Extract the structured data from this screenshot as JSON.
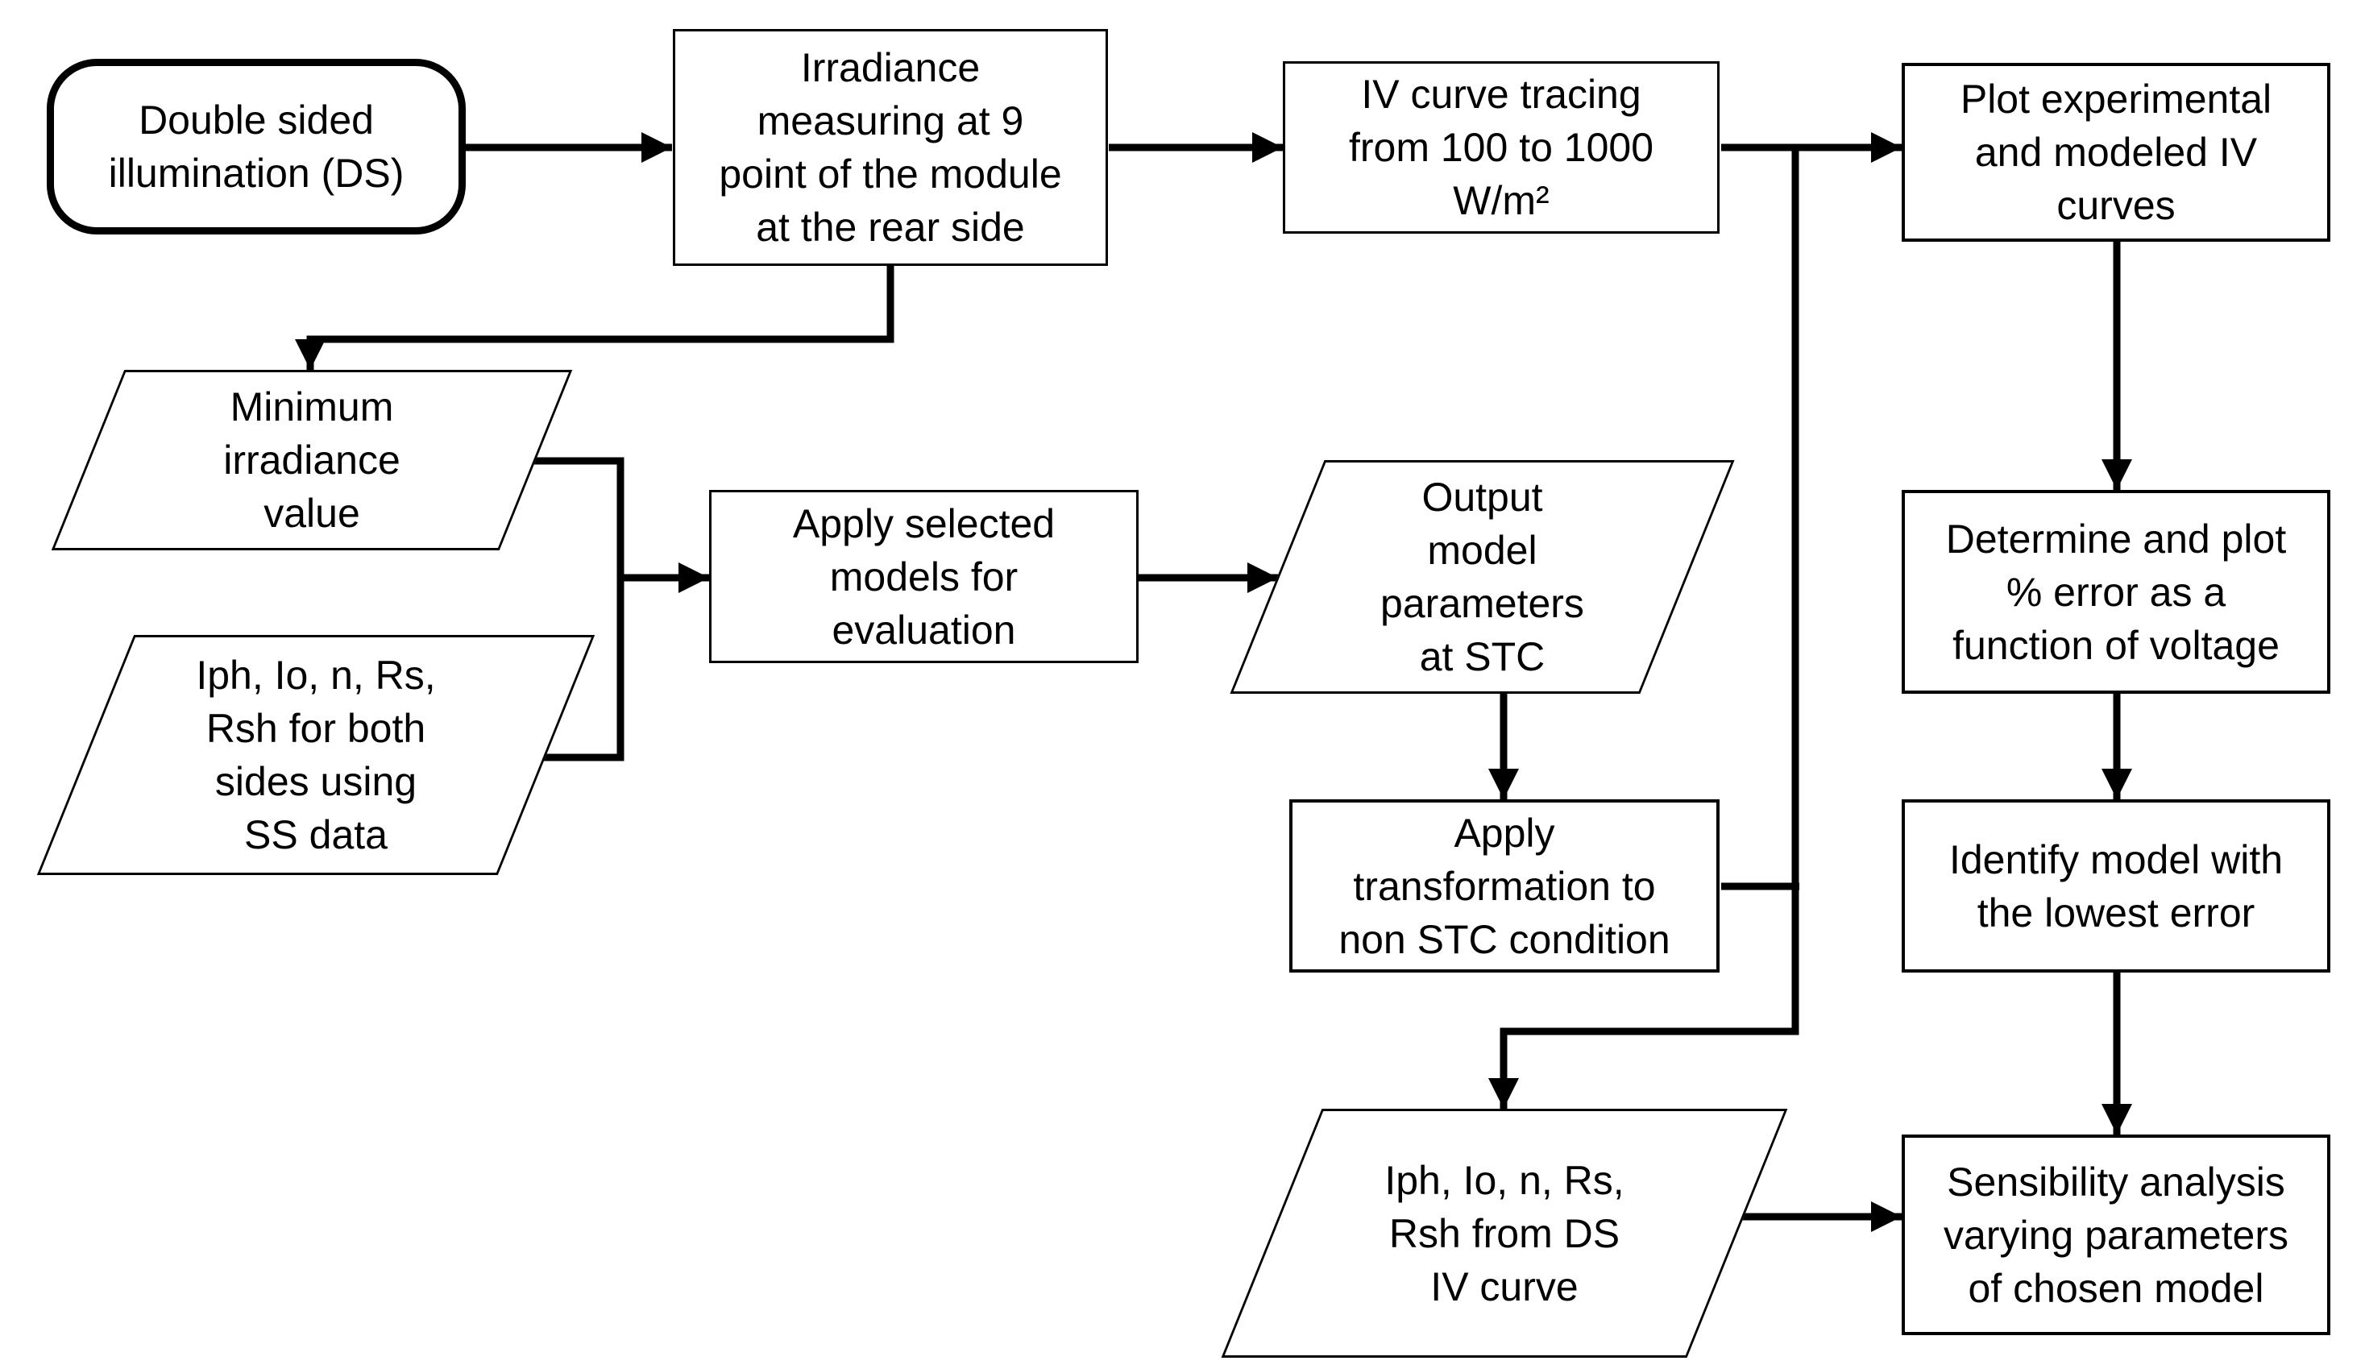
{
  "diagram_type": "flowchart",
  "colors": {
    "background": "#ffffff",
    "shape_fill": "#ffffff",
    "stroke": "#000000",
    "text": "#000000"
  },
  "nodes": {
    "start": {
      "shape": "terminator",
      "label": "Double sided\nillumination (DS)"
    },
    "measure": {
      "shape": "process",
      "label": "Irradiance\nmeasuring at 9\npoint of the module\nat the rear side"
    },
    "trace": {
      "shape": "process",
      "label": "IV curve tracing\nfrom 100 to 1000\nW/m²"
    },
    "plot": {
      "shape": "process",
      "label": "Plot experimental\nand modeled IV\ncurves"
    },
    "min_irradiance": {
      "shape": "parallelogram",
      "label": "Minimum\nirradiance\nvalue"
    },
    "ss_params": {
      "shape": "parallelogram",
      "label": "Iph, Io, n, Rs,\nRsh for both\nsides using\nSS data"
    },
    "apply_models": {
      "shape": "process",
      "label": "Apply selected\nmodels for\nevaluation"
    },
    "output_params": {
      "shape": "parallelogram",
      "label": "Output\nmodel\nparameters\nat STC"
    },
    "transform": {
      "shape": "process",
      "label": "Apply\ntransformation to\nnon STC condition"
    },
    "ds_params": {
      "shape": "parallelogram",
      "label": "Iph, Io, n, Rs,\nRsh from DS\nIV curve"
    },
    "error_plot": {
      "shape": "process",
      "label": "Determine and plot\n% error as a\nfunction of voltage"
    },
    "identify": {
      "shape": "process",
      "label": "Identify model with\nthe lowest error"
    },
    "sensibility": {
      "shape": "process",
      "label": "Sensibility analysis\nvarying parameters\nof chosen model"
    }
  },
  "edges": [
    {
      "from": "start",
      "to": "measure"
    },
    {
      "from": "measure",
      "to": "trace"
    },
    {
      "from": "measure",
      "to": "min_irradiance"
    },
    {
      "from": "trace",
      "to": "plot"
    },
    {
      "from": "trace",
      "to": "ds_params"
    },
    {
      "from": "plot",
      "to": "error_plot"
    },
    {
      "from": "min_irradiance",
      "to": "apply_models"
    },
    {
      "from": "ss_params",
      "to": "apply_models"
    },
    {
      "from": "apply_models",
      "to": "output_params"
    },
    {
      "from": "output_params",
      "to": "transform"
    },
    {
      "from": "transform",
      "to": "ds_params"
    },
    {
      "from": "ds_params",
      "to": "sensibility"
    },
    {
      "from": "error_plot",
      "to": "identify"
    },
    {
      "from": "identify",
      "to": "sensibility"
    }
  ]
}
